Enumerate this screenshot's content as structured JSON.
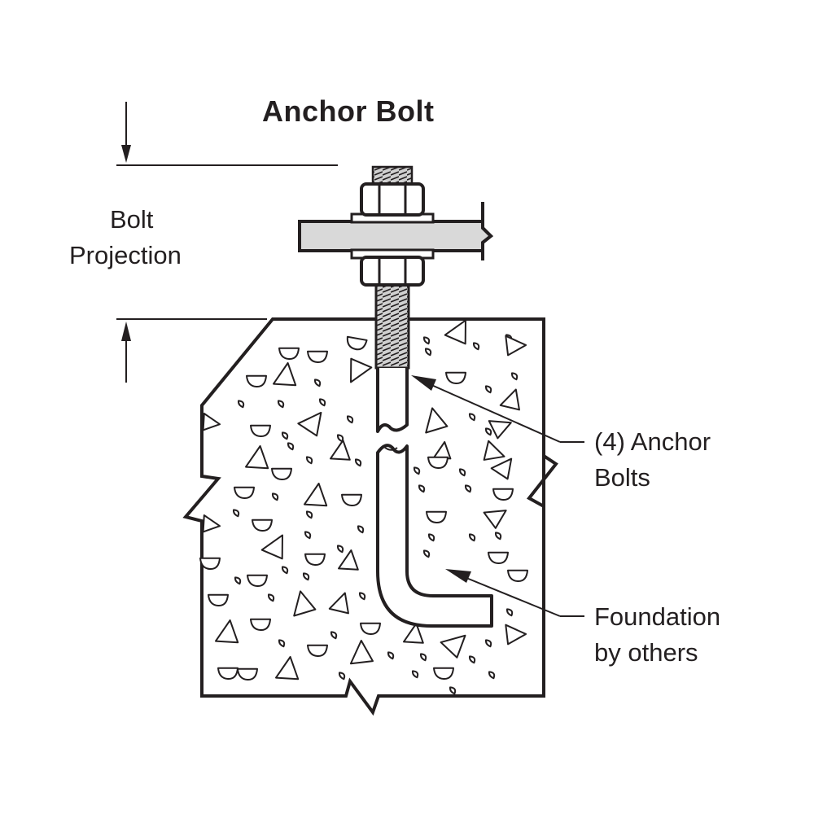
{
  "title": "Anchor Bolt",
  "labels": {
    "bolt_projection_line1": "Bolt",
    "bolt_projection_line2": "Projection",
    "anchor_bolts_line1": "(4) Anchor",
    "anchor_bolts_line2": "Bolts",
    "foundation_line1": "Foundation",
    "foundation_line2": "by others"
  },
  "colors": {
    "stroke": "#231f20",
    "plate_fill": "#d9d9d9",
    "rod_fill": "#cfcfcf",
    "background": "#ffffff"
  }
}
